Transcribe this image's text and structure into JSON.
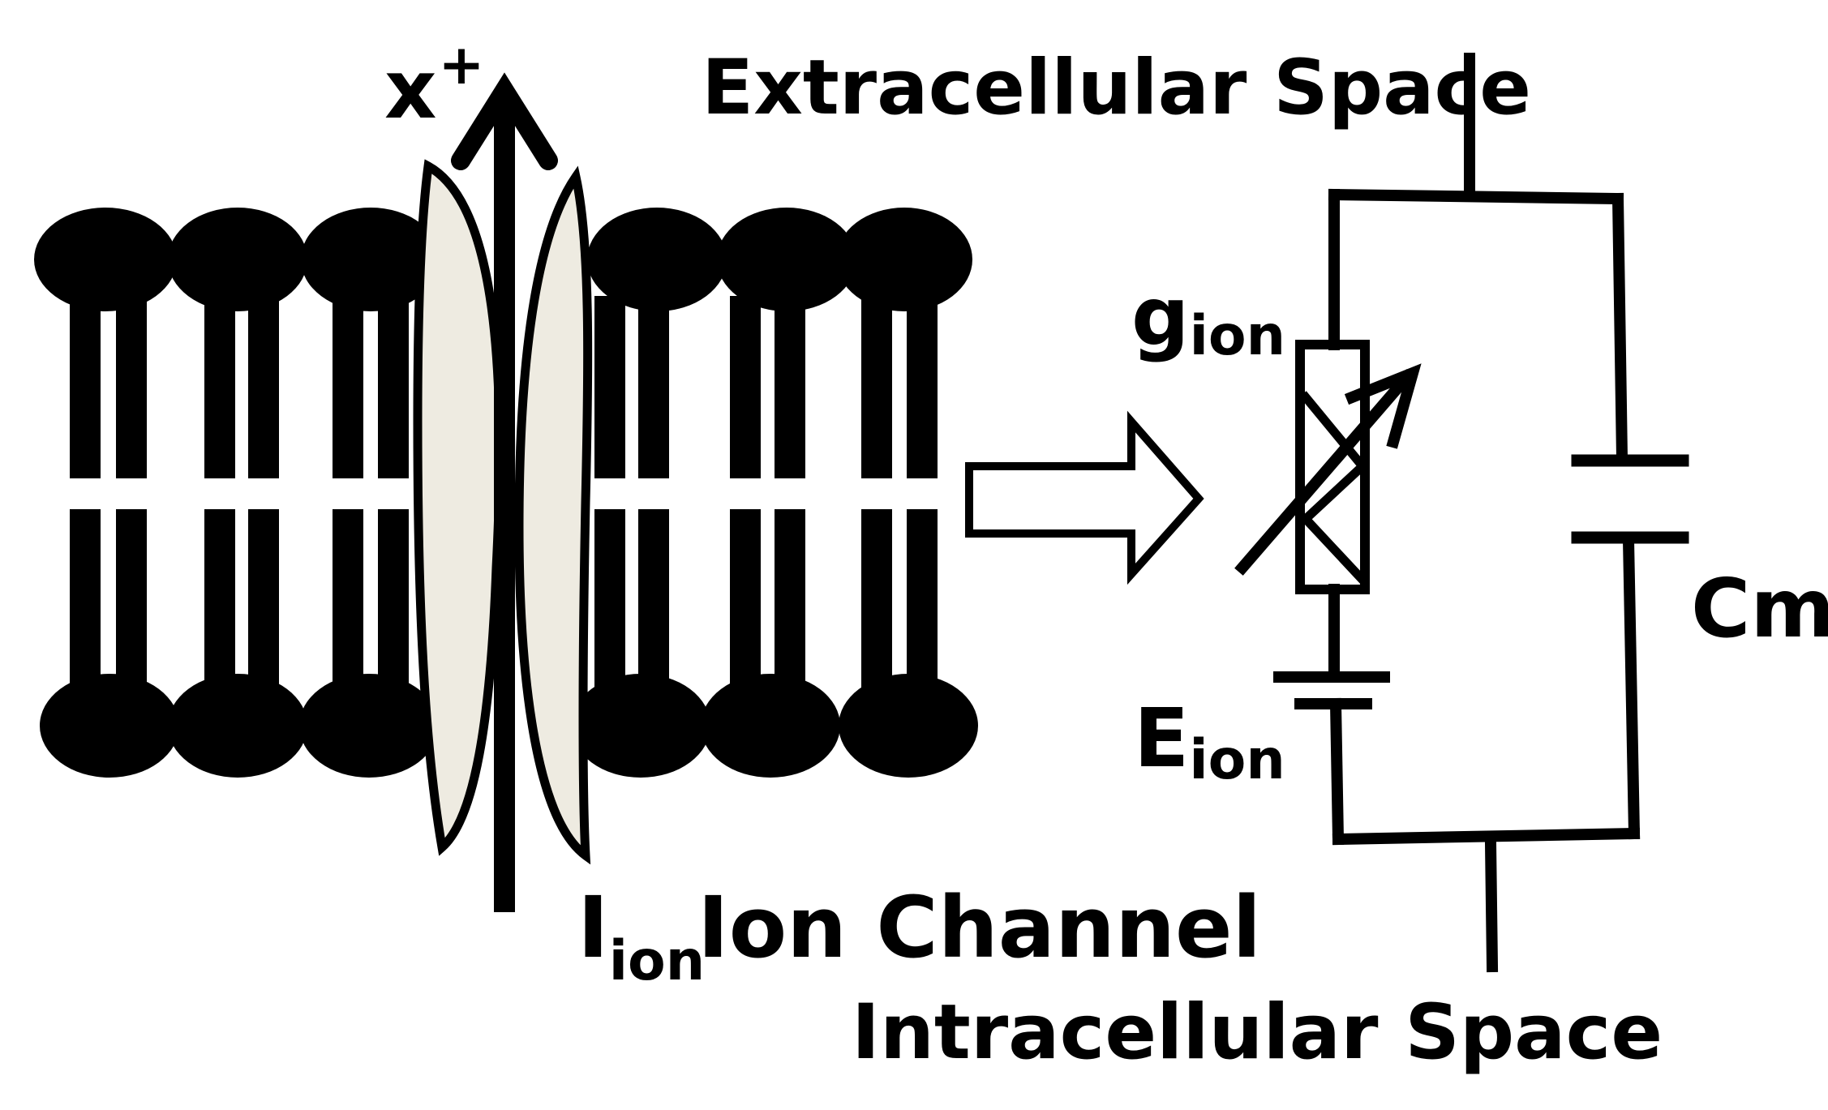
{
  "labels": {
    "extracellular": "Extracellular Space",
    "intracellular": "Intracellular Space",
    "ion_channel": "Ion Channel",
    "current_symbol": "I",
    "current_sub": "ion",
    "ion_symbol": "x",
    "ion_charge": "+",
    "conductance_symbol": "g",
    "conductance_sub": "ion",
    "reversal_symbol": "E",
    "reversal_sub": "ion",
    "capacitance": "Cm"
  },
  "colors": {
    "ink": "#000000",
    "channel_fill": "#eeebe1",
    "background": "#ffffff"
  }
}
